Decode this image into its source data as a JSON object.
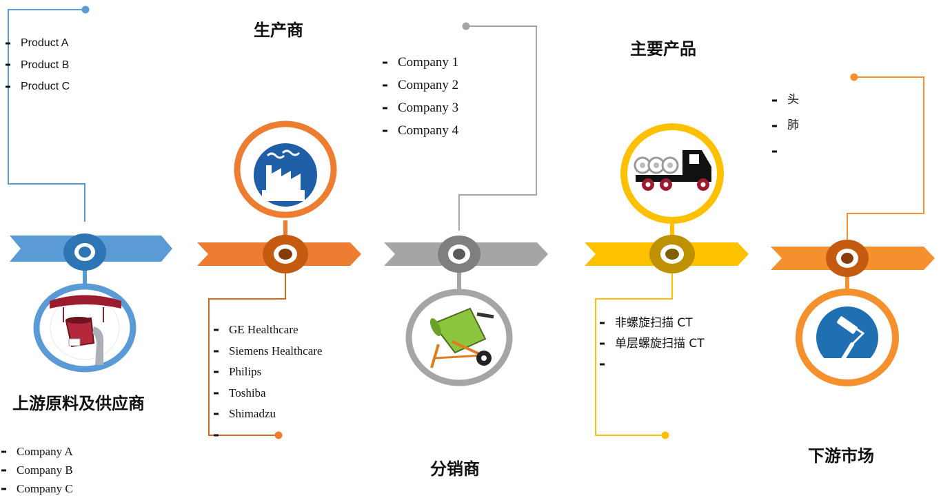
{
  "stages": [
    {
      "key": "upstream",
      "title": "上游原料及供应商",
      "color": "#5b9bd5",
      "ring_color": "#2e75b6",
      "icon": "paint-bucket-icon",
      "products": [
        "Product A",
        "Product B",
        "Product C"
      ],
      "companies": [
        "Company A",
        "Company B",
        "Company C"
      ]
    },
    {
      "key": "manufacturer",
      "title": "生产商",
      "color": "#ed7d31",
      "ring_color": "#c55a11",
      "icon": "factory-icon",
      "items": [
        "GE Healthcare",
        "Siemens Healthcare",
        "Philips",
        "Toshiba",
        "Shimadzu",
        ""
      ]
    },
    {
      "key": "distributor",
      "title": "分销商",
      "color": "#a5a5a5",
      "ring_color": "#7f7f7f",
      "icon": "cement-mixer-icon",
      "items": [
        "Company 1",
        "Company 2",
        "Company 3",
        "Company 4"
      ]
    },
    {
      "key": "products",
      "title": "主要产品",
      "color": "#ffc000",
      "ring_color": "#bf9000",
      "icon": "truck-icon",
      "items": [
        "非螺旋扫描 CT",
        "单层螺旋扫描 CT",
        ""
      ]
    },
    {
      "key": "downstream",
      "title": "下游市场",
      "color": "#f4902d",
      "ring_color": "#c55a11",
      "icon": "paint-roller-icon",
      "items": [
        "头",
        "肺",
        ""
      ]
    }
  ]
}
